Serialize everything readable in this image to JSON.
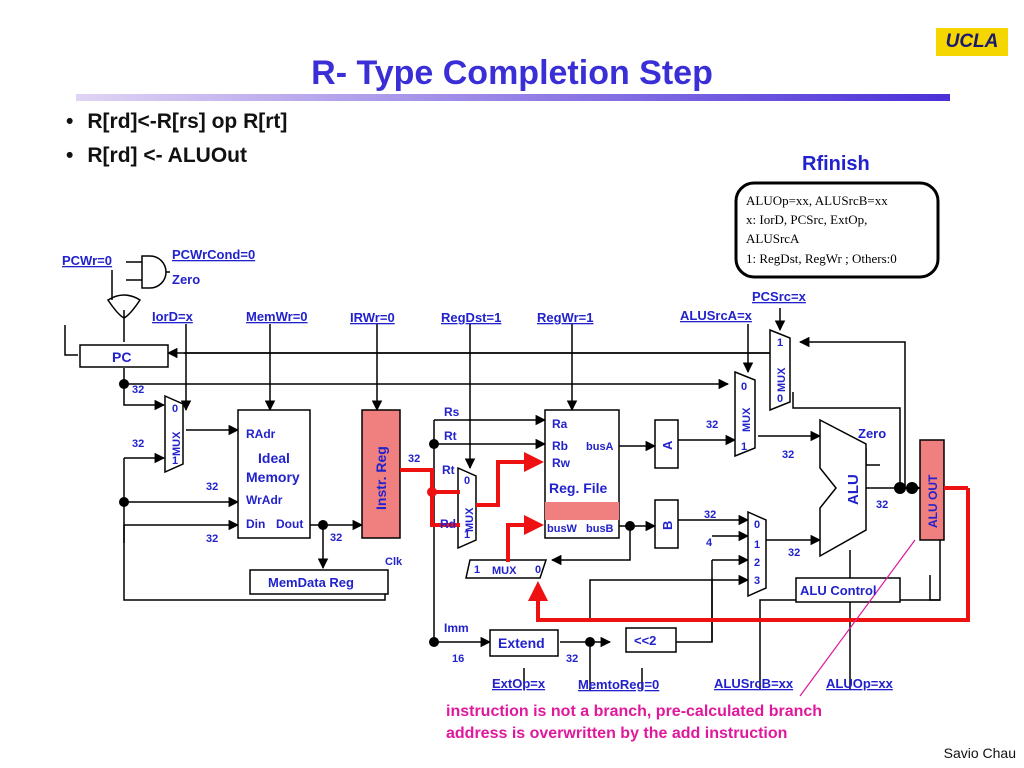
{
  "header": {
    "title": "R- Type Completion Step",
    "logo": "UCLA"
  },
  "bullets": [
    "R[rd]<-R[rs] op R[rt]",
    "R[rd] <- ALUOut"
  ],
  "state": {
    "name": "Rfinish",
    "lines": [
      "ALUOp=xx, ALUSrcB=xx",
      "x: IorD, PCSrc, ExtOp,",
      "ALUSrcA",
      "1: RegDst, RegWr ;  Others:0"
    ]
  },
  "controls": {
    "pcwr": "PCWr=0",
    "pcwrcond": "PCWrCond=0",
    "zero": "Zero",
    "iord": "IorD=x",
    "memwr": "MemWr=0",
    "irwr": "IRWr=0",
    "regdst": "RegDst=1",
    "regwr": "RegWr=1",
    "alusrca": "ALUSrcA=x",
    "pcsrc": "PCSrc=x",
    "extop": "ExtOp=x",
    "memtoreg": "MemtoReg=0",
    "alusrcb": "ALUSrcB=xx",
    "aluop": "ALUOp=xx"
  },
  "blocks": {
    "pc": "PC",
    "mux": "MUX",
    "radr": "RAdr",
    "ideal": "Ideal",
    "memory": "Memory",
    "wradr": "WrAdr",
    "din": "Din",
    "dout": "Dout",
    "instr_reg": "Instr. Reg",
    "clk": "Clk",
    "memdata_reg": "MemData Reg",
    "ra": "Ra",
    "rb": "Rb",
    "rw": "Rw",
    "busa": "busA",
    "reg_file": "Reg. File",
    "busw": "busW",
    "busb": "busB",
    "a": "A",
    "b": "B",
    "alu": "ALU",
    "alu_out": "ALU OUT",
    "alu_control": "ALU Control",
    "extend": "Extend",
    "shift": "<<2",
    "rs": "Rs",
    "rt": "Rt",
    "rd": "Rd",
    "imm": "Imm"
  },
  "numbers": {
    "n0": "0",
    "n1": "1",
    "n2": "2",
    "n3": "3",
    "n4": "4",
    "w32": "32",
    "w16": "16"
  },
  "note": {
    "line1": "instruction is not a branch, pre-calculated branch",
    "line2": "address is overwritten by the add instruction"
  },
  "footer": {
    "author": "Savio Chau"
  },
  "colors": {
    "title": "#3a2fd6",
    "highlight": "#f08080",
    "datapath_active": "#ee1111",
    "note": "#e0189c",
    "logo_bg": "#f5d600"
  }
}
